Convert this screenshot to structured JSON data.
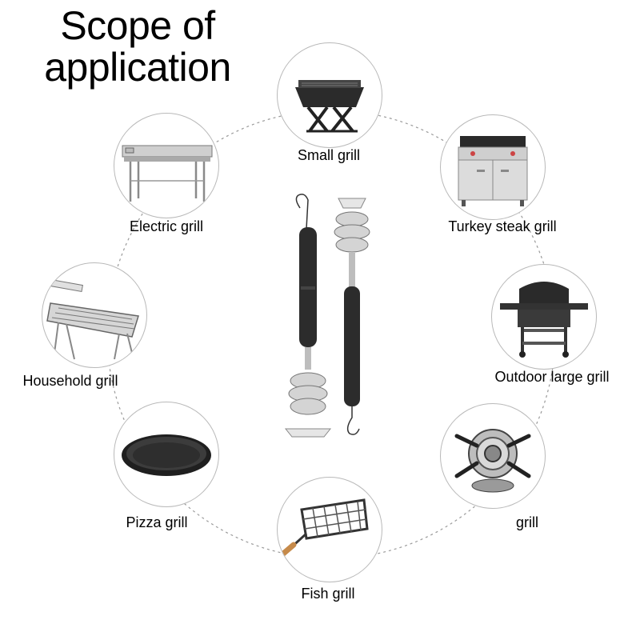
{
  "title": {
    "line1": "Scope of",
    "line2": "application"
  },
  "items": [
    {
      "label": "Small grill",
      "icon": "portable-grill-icon"
    },
    {
      "label": "Turkey steak grill",
      "icon": "commercial-grill-icon"
    },
    {
      "label": "Outdoor large grill",
      "icon": "barrel-grill-icon"
    },
    {
      "label": "grill",
      "icon": "gas-burner-icon"
    },
    {
      "label": "Fish grill",
      "icon": "grill-basket-icon"
    },
    {
      "label": "Pizza grill",
      "icon": "pizza-pan-icon"
    },
    {
      "label": "Household grill",
      "icon": "folding-grill-icon"
    },
    {
      "label": "Electric grill",
      "icon": "electric-grill-icon"
    }
  ],
  "product": {
    "icon": "grill-brush-icon"
  }
}
